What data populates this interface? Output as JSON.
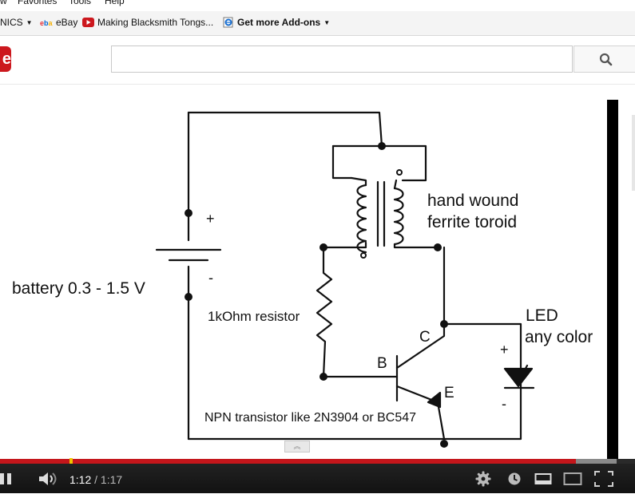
{
  "menubar": {
    "items": [
      "w",
      "Favorites",
      "Tools",
      "Help"
    ]
  },
  "bookmarks": {
    "items": [
      {
        "label": "NICS",
        "has_dropdown": true
      },
      {
        "label": "eBay",
        "icon": "ebay-icon"
      },
      {
        "label": "Making Blacksmith Tongs...",
        "icon": "youtube-icon"
      },
      {
        "label": "Get more Add-ons",
        "icon": "ie-addons-icon",
        "has_dropdown": true
      }
    ]
  },
  "header": {
    "logo_text": "e",
    "search_placeholder": "",
    "search_icon": "magnifier-icon",
    "brand_color": "#cc181e"
  },
  "video": {
    "diagram_labels": {
      "battery": "battery 0.3 - 1.5 V",
      "battery_plus": "+",
      "battery_minus": "-",
      "toroid_line1": "hand wound",
      "toroid_line2": "ferrite toroid",
      "resistor": "1kOhm resistor",
      "collector": "C",
      "base": "B",
      "emitter": "E",
      "led_line1": "LED",
      "led_line2": "any color",
      "led_plus": "+",
      "led_minus": "-",
      "transistor": "NPN transistor like 2N3904 or BC547"
    }
  },
  "player": {
    "time_current": "1:12",
    "time_separator": "/",
    "time_total": "1:17",
    "played_fraction": 0.935,
    "progress_color": "#c4161b",
    "controls": [
      "pause-icon",
      "volume-icon",
      "settings-gear-icon",
      "watch-later-icon",
      "small-player-icon",
      "large-player-icon",
      "fullscreen-icon"
    ]
  }
}
